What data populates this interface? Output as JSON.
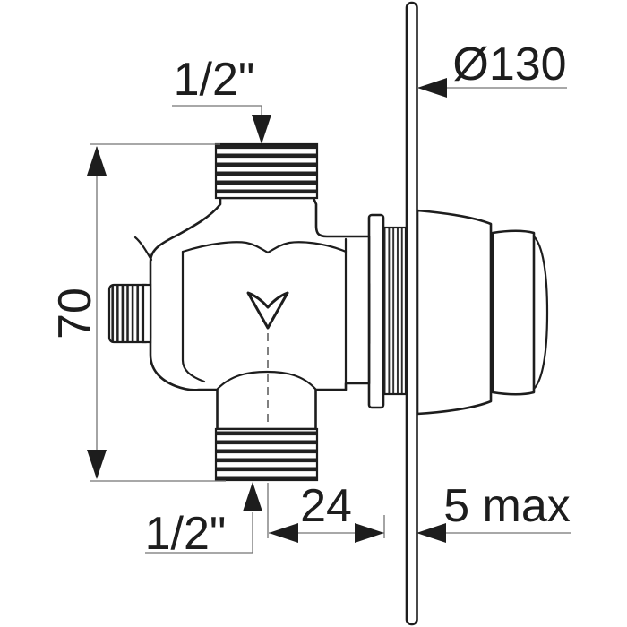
{
  "drawing": {
    "title": "time-flow shower valve installation drawing",
    "dimensions": {
      "top_inlet": "1/2\"",
      "bottom_outlet": "1/2\"",
      "body_height": "70",
      "depth_to_wall": "24",
      "max_wall_gap": "5 max",
      "plate_diameter": "Ø130"
    },
    "colors": {
      "line": "#1d1d1d",
      "dim_line": "#737373",
      "background": "#ffffff"
    }
  }
}
